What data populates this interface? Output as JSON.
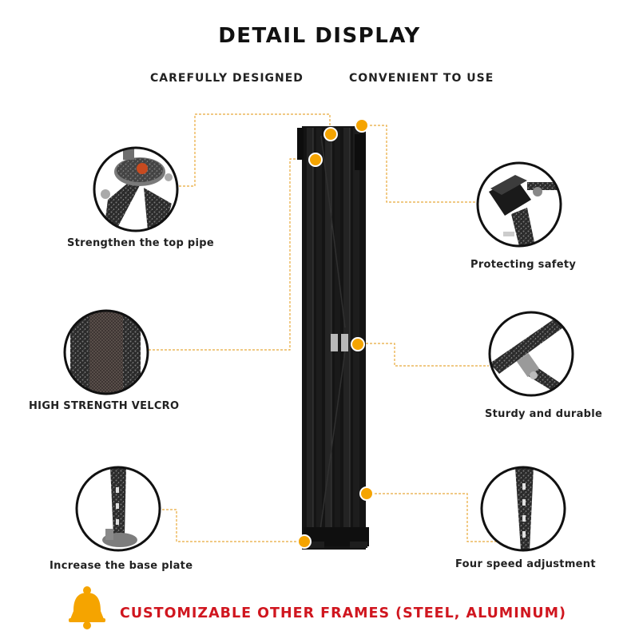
{
  "header": {
    "title": "DETAIL DISPLAY",
    "subtitle_left": "CAREFULLY DESIGNED",
    "subtitle_right": "CONVENIENT TO USE"
  },
  "features": [
    {
      "label": "Strengthen the top pipe"
    },
    {
      "label": "HIGH STRENGTH VELCRO"
    },
    {
      "label": "Increase the base plate"
    },
    {
      "label": "Protecting safety"
    },
    {
      "label": "Sturdy and durable"
    },
    {
      "label": "Four speed adjustment"
    }
  ],
  "footer": {
    "text": "CUSTOMIZABLE OTHER FRAMES (STEEL, ALUMINUM)",
    "icon": "bell-icon"
  },
  "colors": {
    "accent_orange": "#f5a400",
    "leader_line": "#e8a93a",
    "frame_black": "#141414",
    "footer_red": "#d0161f"
  }
}
